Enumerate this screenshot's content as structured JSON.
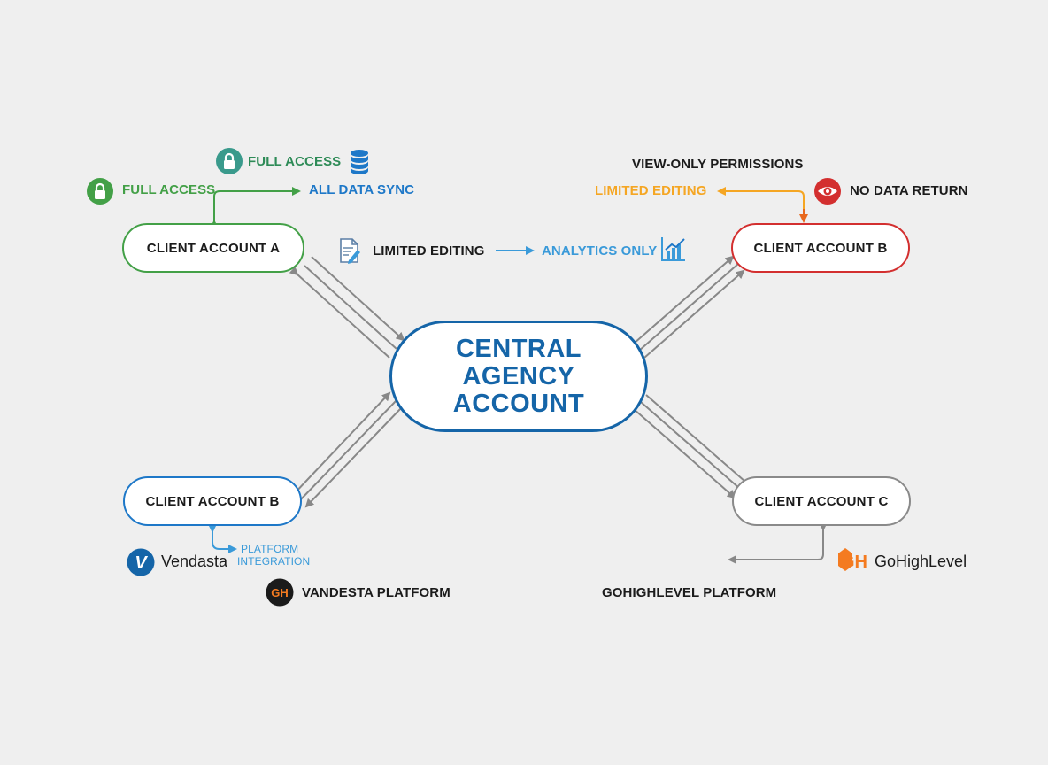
{
  "central": {
    "line1": "CENTRAL",
    "line2": "AGENCY",
    "line3": "ACCOUNT"
  },
  "clients": {
    "a": "CLIENT ACCOUNT A",
    "b_top": "CLIENT ACCOUNT B",
    "b_bottom": "CLIENT ACCOUNT B",
    "c": "CLIENT ACCOUNT C"
  },
  "labels": {
    "full_access_1": "FULL ACCESS",
    "full_access_2": "FULL ACCESS",
    "all_data_sync": "ALL DATA SYNC",
    "limited_editing_mid": "LIMITED EDITING",
    "analytics_only": "ANALYTICS ONLY",
    "view_only": "VIEW-ONLY PERMISSIONS",
    "limited_editing_right": "LIMITED EDITING",
    "no_data_return": "NO DATA RETURN",
    "platform_line1": "PLATFORM",
    "platform_line2": "INTEGRATION",
    "vandesta_platform": "VANDESTA PLATFORM",
    "gohighlevel_platform": "GOHIGHLEVEL PLATFORM"
  },
  "brands": {
    "vendasta": "Vendasta",
    "vendasta_mark": "V",
    "gohighlevel": "GoHighLevel",
    "gh_mark": "GH"
  },
  "icons": [
    "lock-icon",
    "database-icon",
    "document-edit-icon",
    "bar-chart-icon",
    "eye-icon"
  ],
  "colors": {
    "central": "#1565a8",
    "client_a": "#43a047",
    "client_b_top": "#d32f2f",
    "client_b_bottom": "#1e78c8",
    "client_c": "#8a8a8a",
    "full_access": "#2e8b57",
    "sync_blue": "#1e78c8",
    "analytics_blue": "#3a9ad9",
    "limited_orange": "#f5a623",
    "gh_orange": "#f47b20"
  }
}
